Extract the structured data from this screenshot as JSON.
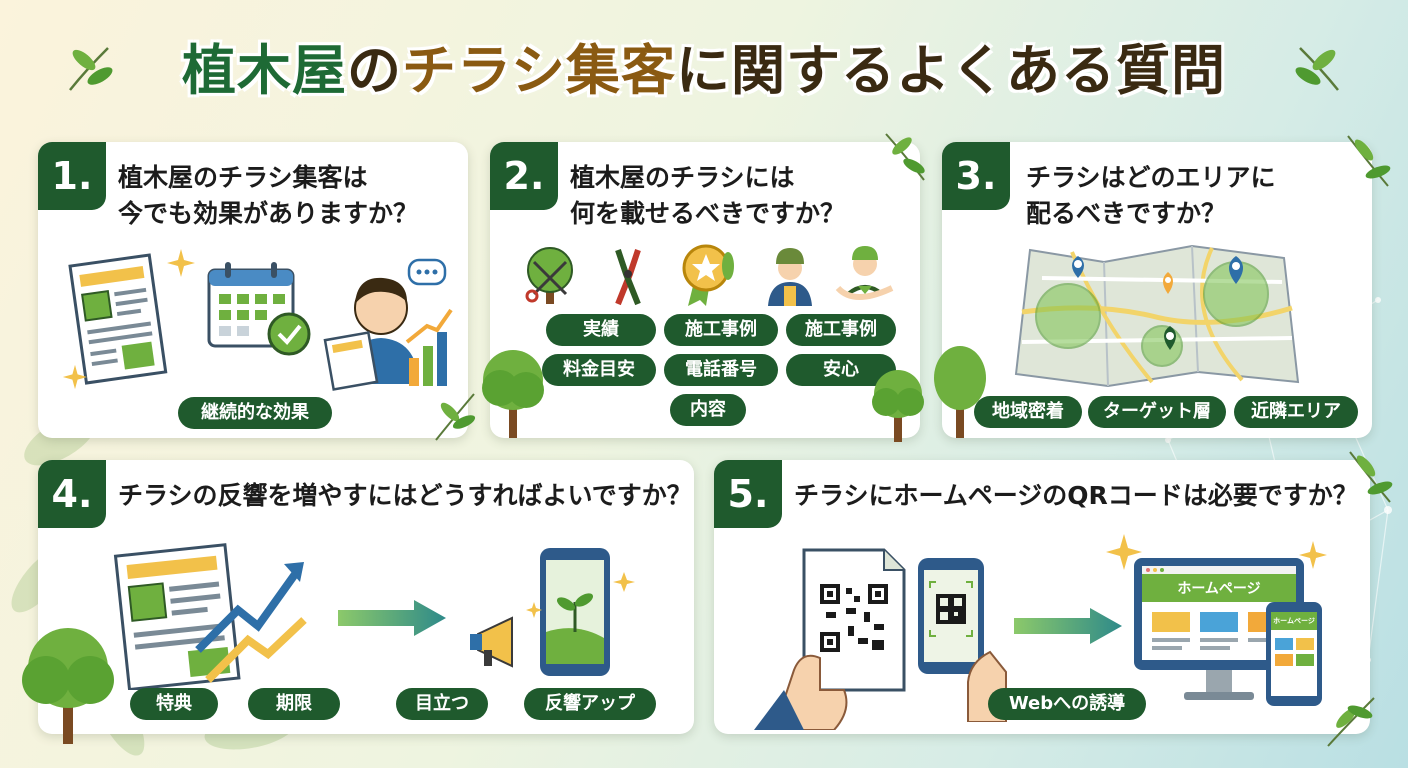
{
  "title": {
    "part1": "植木屋",
    "part2": "の",
    "part3": "チラシ集客",
    "part4": "に関するよくある質問"
  },
  "cards": [
    {
      "number": "1.",
      "question_line1": "植木屋のチラシ集客は",
      "question_line2": "今でも効果がありますか？",
      "tags": [
        "継続的な効果"
      ],
      "icons": [
        "flyer-icon",
        "calendar-icon",
        "person-icon",
        "growth-chart-icon"
      ]
    },
    {
      "number": "2.",
      "question_line1": "植木屋のチラシには",
      "question_line2": "何を載せるべきですか？",
      "tags": [
        "実績",
        "施工事例",
        "施工事例",
        "料金目安",
        "電話番号",
        "安心",
        "内容"
      ],
      "icons": [
        "tree-shears-icon",
        "pruner-icon",
        "award-icon",
        "worker-icon",
        "trust-icon"
      ]
    },
    {
      "number": "3.",
      "question_line1": "チラシはどのエリアに",
      "question_line2": "配るべきですか？",
      "tags": [
        "地域密着",
        "ターゲット層",
        "近隣エリア"
      ],
      "icons": [
        "map-icon"
      ]
    },
    {
      "number": "4.",
      "question_line1": "チラシの反響を増やすにはどうすればよいですか？",
      "tags": [
        "特典",
        "期限",
        "目立つ",
        "反響アップ"
      ],
      "icons": [
        "flyer-icon",
        "arrow-icon",
        "megaphone-icon",
        "phone-icon"
      ]
    },
    {
      "number": "5.",
      "question_line1": "チラシにホームページのQRコードは必要ですか？",
      "tags": [
        "Webへの誘導"
      ],
      "screen_title": "ホームページ",
      "screen_title_small": "ホームページ",
      "icons": [
        "qr-flyer-icon",
        "phone-scan-icon",
        "arrow-icon",
        "monitor-icon"
      ]
    }
  ],
  "colors": {
    "accent": "#1f5a2d",
    "title_green": "#1e6a35",
    "title_brown": "#8a5a12",
    "leaf": "#6fb03f"
  }
}
